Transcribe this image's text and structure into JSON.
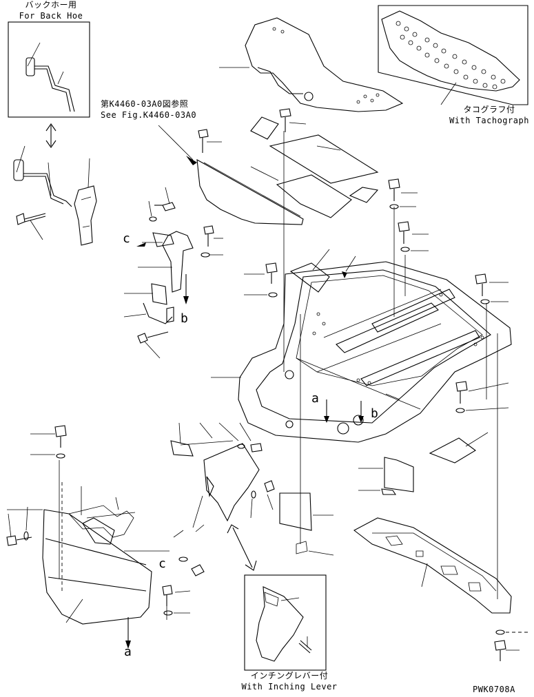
{
  "inset_backhoe": {
    "title_jp": "バックホー用",
    "title_en": "For Back Hoe"
  },
  "inset_tachograph": {
    "title_jp": "タコグラフ付",
    "title_en": "With Tachograph"
  },
  "inset_inching": {
    "title_jp": "インチングレバー付",
    "title_en": "With Inching Lever"
  },
  "reference": {
    "jp": "第K4460-03A0図参照",
    "en": "See Fig.K4460-03A0"
  },
  "markers": {
    "a": "a",
    "b": "b",
    "c": "c"
  },
  "drawing_code": "PWK0708A"
}
